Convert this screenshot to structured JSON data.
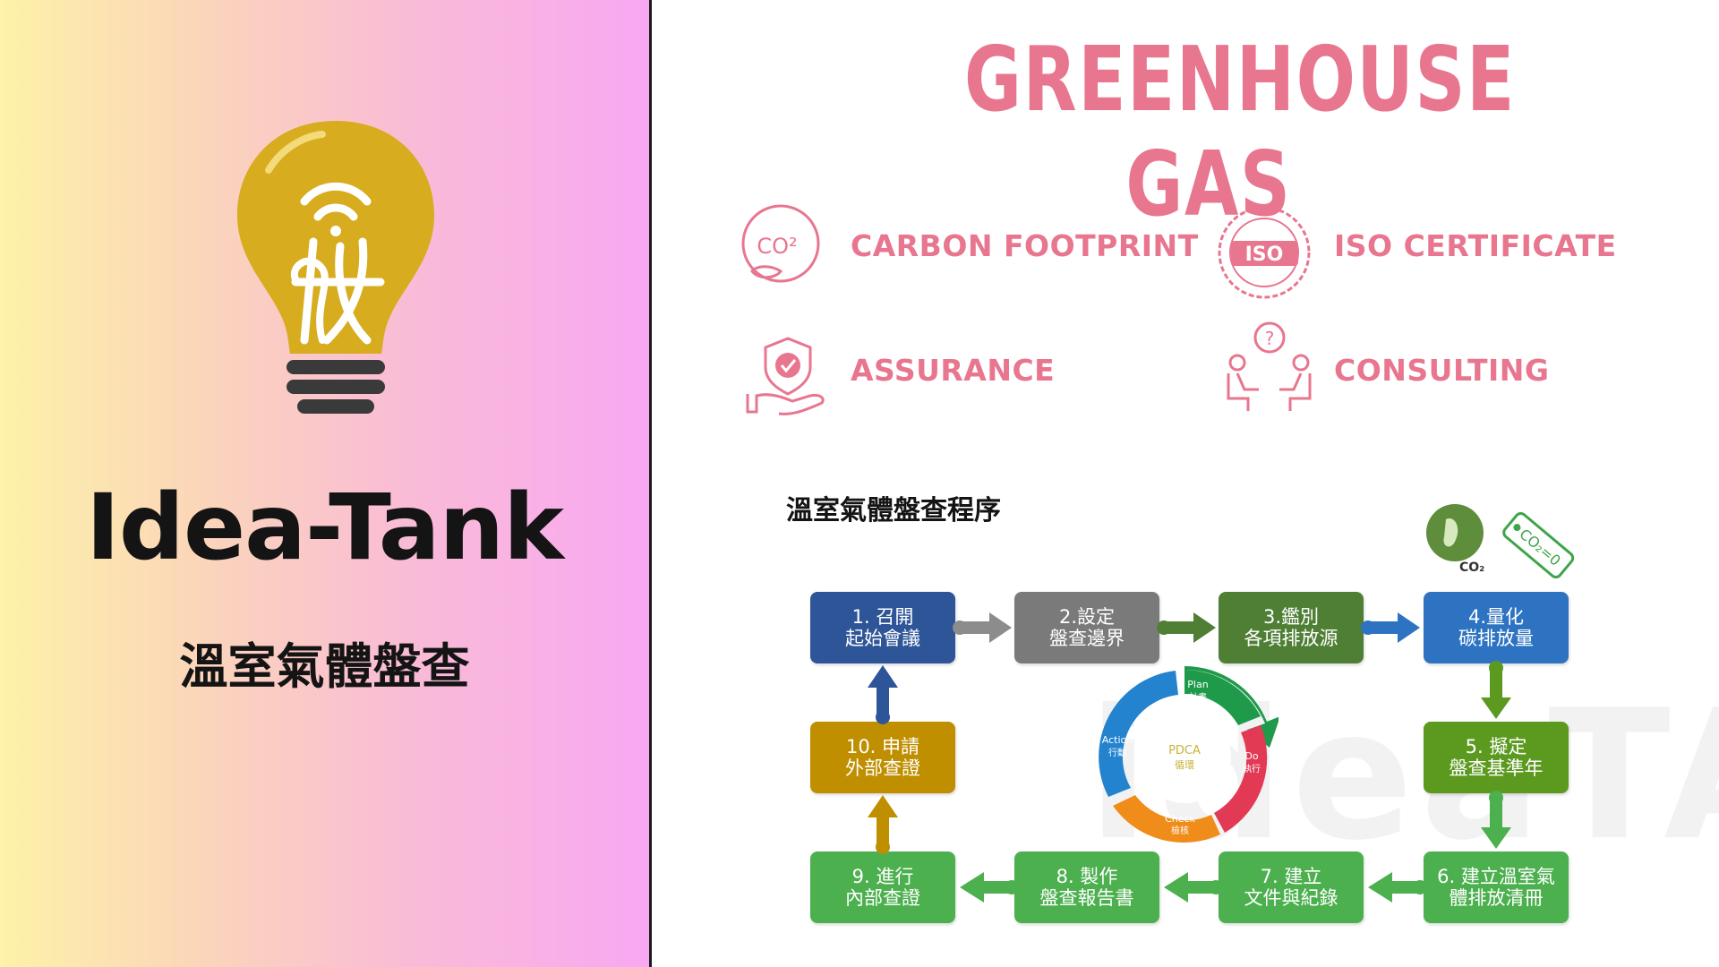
{
  "brand": {
    "name": "Idea-Tank",
    "subtitle": "溫室氣體盤查"
  },
  "title": "GREENHOUSE GAS",
  "services": [
    {
      "label": "CARBON FOOTPRINT",
      "icon": "co2-cloud-icon",
      "icon_text": "CO²"
    },
    {
      "label": "ISO CERTIFICATE",
      "icon": "iso-seal-icon",
      "icon_text": "ISO"
    },
    {
      "label": "ASSURANCE",
      "icon": "shield-hand-icon"
    },
    {
      "label": "CONSULTING",
      "icon": "consulting-people-icon"
    }
  ],
  "process": {
    "title": "溫室氣體盤查程序",
    "watermark": "ideaTANK",
    "steps": [
      {
        "line1": "1. 召開",
        "line2": "起始會議",
        "color": "#2e5597"
      },
      {
        "line1": "2.設定",
        "line2": "盤查邊界",
        "color": "#7a7a7a"
      },
      {
        "line1": "3.鑑別",
        "line2": "各項排放源",
        "color": "#4f7f35"
      },
      {
        "line1": "4.量化",
        "line2": "碳排放量",
        "color": "#2e73c2"
      },
      {
        "line1": "5. 擬定",
        "line2": "盤查基準年",
        "color": "#5b9a1f"
      },
      {
        "line1": "6. 建立溫室氣",
        "line2": "體排放清冊",
        "color": "#4cb04f"
      },
      {
        "line1": "7. 建立",
        "line2": "文件與紀錄",
        "color": "#4cb04f"
      },
      {
        "line1": "8. 製作",
        "line2": "盤查報告書",
        "color": "#4cb04f"
      },
      {
        "line1": "9. 進行",
        "line2": "內部查證",
        "color": "#4cb04f"
      },
      {
        "line1": "10. 申請",
        "line2": "外部查證",
        "color": "#bf8f00"
      }
    ],
    "pdca": {
      "center": "PDCA",
      "center_sub": "循環",
      "plan": "Plan",
      "plan_sub": "計畫",
      "do": "Do",
      "do_sub": "執行",
      "check": "Check",
      "check_sub": "檢核",
      "action": "Action",
      "action_sub": "行動"
    },
    "co2_tag": "CO₂=0",
    "co2_label": "CO₂"
  }
}
